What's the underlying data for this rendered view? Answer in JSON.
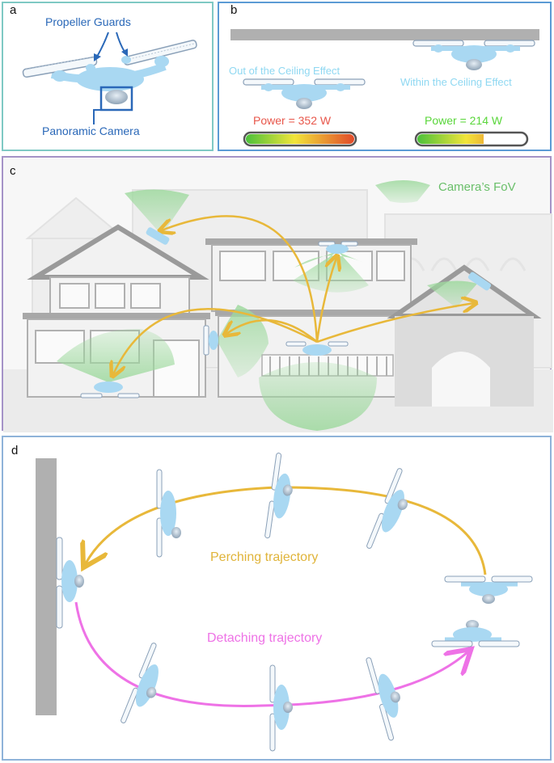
{
  "panel_a": {
    "label": "a",
    "propeller_guards_label": "Propeller Guards",
    "panoramic_camera_label": "Panoramic Camera"
  },
  "panel_b": {
    "label": "b",
    "out_label": "Out of the Ceiling Effect",
    "within_label": "Within the Ceiling Effect",
    "power_out_label": "Power = 352 W",
    "power_within_label": "Power = 214 W",
    "power_out_fraction": 1.0,
    "power_within_fraction": 0.61
  },
  "panel_c": {
    "label": "c",
    "fov_legend_label": "Camera’s FoV"
  },
  "panel_d": {
    "label": "d",
    "perching_label": "Perching trajectory",
    "detaching_label": "Detaching trajectory"
  },
  "colors": {
    "frame_teal": "#7fc9c4",
    "frame_blue": "#5b9bd5",
    "frame_purple": "#a593c7",
    "annotation_blue": "#2a68b8",
    "drone_blue": "#a9d8f2",
    "power_red": "#e8564a",
    "power_green": "#59d63a",
    "within_text": "#8fd8f2",
    "trajectory_yellow": "#e8b83a",
    "perching_text": "#e0b43a",
    "trajectory_magenta": "#ee72e6",
    "fov_green": "#9ed99e"
  }
}
